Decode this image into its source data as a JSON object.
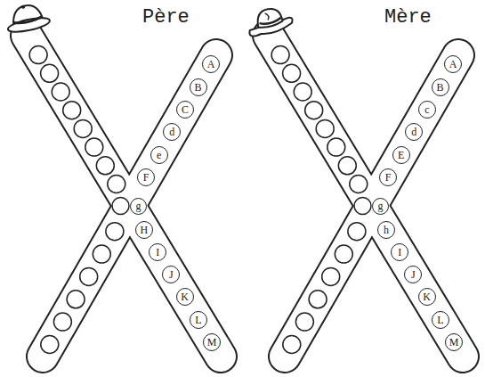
{
  "diagram": {
    "nodes": [
      {
        "text": [
          "Père"
        ]
      },
      {
        "text": [
          "A"
        ],
        "in": 0
      },
      {
        "text": [
          "B"
        ],
        "in": 0
      },
      {
        "text": [
          "C"
        ],
        "in": 0
      },
      {
        "text": [
          "d"
        ],
        "in": 0
      },
      {
        "text": [
          "e"
        ],
        "in": 0
      },
      {
        "text": [
          "F"
        ],
        "in": 0
      },
      {
        "text": [
          "g"
        ],
        "in": 0
      },
      {
        "text": [
          "H"
        ],
        "in": 0
      },
      {
        "text": [
          "I"
        ],
        "in": 0
      },
      {
        "text": [
          "J"
        ],
        "in": 0
      },
      {
        "text": [
          "K"
        ],
        "in": 0
      },
      {
        "text": [
          "L"
        ],
        "in": 0
      },
      {
        "text": [
          "M"
        ],
        "in": 0
      },
      {
        "text": [
          "Mère"
        ]
      },
      {
        "text": [
          "A"
        ],
        "in": 14
      },
      {
        "text": [
          "B"
        ],
        "in": 14
      },
      {
        "text": [
          "c"
        ],
        "in": 14
      },
      {
        "text": [
          "d"
        ],
        "in": 14
      },
      {
        "text": [
          "E"
        ],
        "in": 14
      },
      {
        "text": [
          "F"
        ],
        "in": 14
      },
      {
        "text": [
          "g"
        ],
        "in": 14
      },
      {
        "text": [
          "h"
        ],
        "in": 14
      },
      {
        "text": [
          "I"
        ],
        "in": 14
      },
      {
        "text": [
          "J"
        ],
        "in": 14
      },
      {
        "text": [
          "K"
        ],
        "in": 14
      },
      {
        "text": [
          "L"
        ],
        "in": 14
      },
      {
        "text": [
          "M"
        ],
        "in": 14
      }
    ]
  }
}
